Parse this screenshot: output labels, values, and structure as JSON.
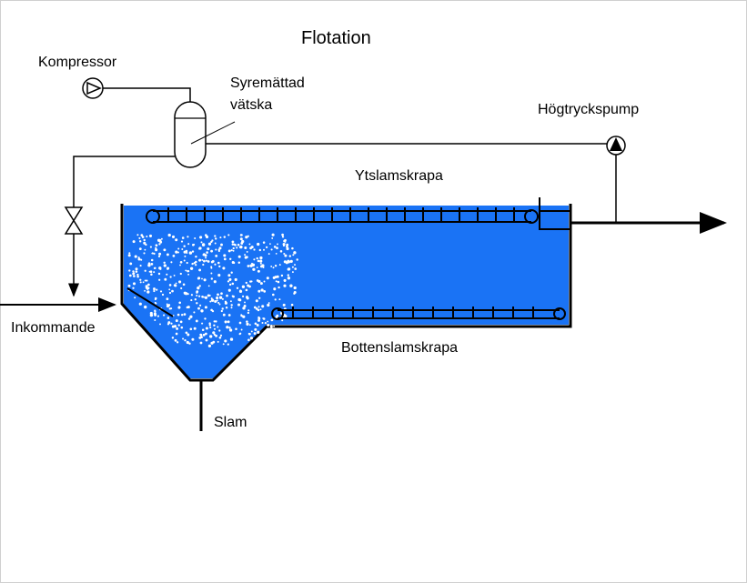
{
  "title": "Flotation",
  "labels": {
    "kompressor": "Kompressor",
    "syremattad_line1": "Syremättad",
    "syremattad_line2": "vätska",
    "hogtryckspump": "Högtryckspump",
    "ytslamskrapa": "Ytslamskrapa",
    "bottenslamskrapa": "Bottenslamskrapa",
    "inkommande": "Inkommande",
    "slam": "Slam"
  },
  "colors": {
    "water": "#1a73f5",
    "line": "#000000",
    "bubbles": "#ffffff"
  }
}
